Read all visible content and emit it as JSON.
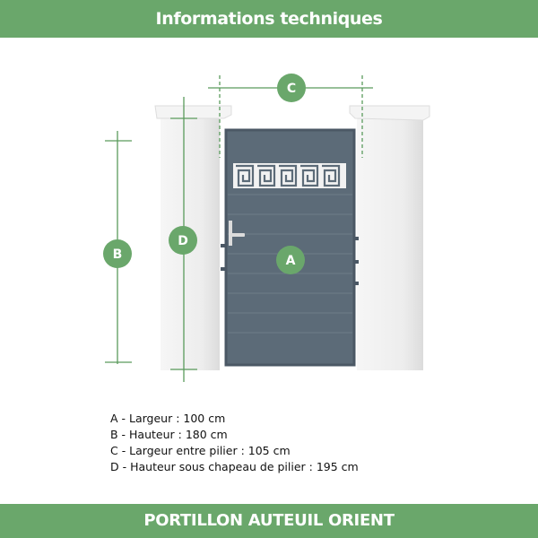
{
  "header": {
    "title": "Informations techniques"
  },
  "labels": {
    "a": "A",
    "b": "B",
    "c": "C",
    "d": "D"
  },
  "legend": [
    "A - Largeur : 100 cm",
    "B - Hauteur : 180 cm",
    "C - Largeur entre pilier : 105 cm",
    "D - Hauteur sous chapeau de pilier : 195 cm"
  ],
  "footer": {
    "title": "PORTILLON AUTEUIL ORIENT"
  },
  "colors": {
    "accent": "#6aa76b",
    "gate": "#5c6b78",
    "pillar": "#efefef"
  }
}
